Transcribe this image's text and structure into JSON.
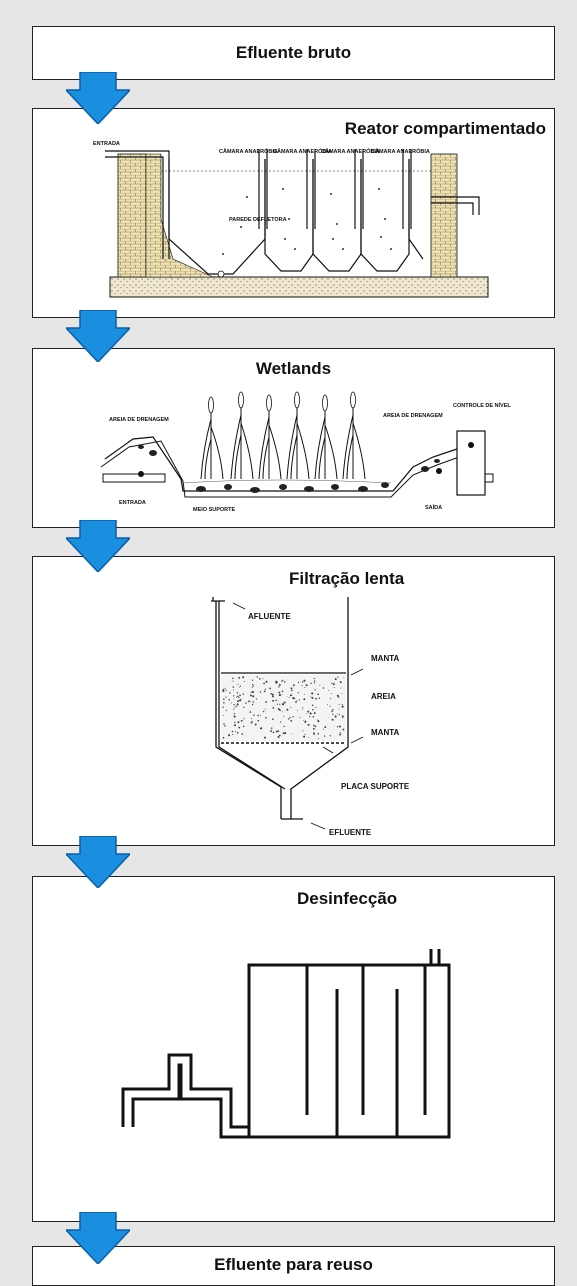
{
  "stages": {
    "raw": {
      "title": "Efluente bruto"
    },
    "reactor": {
      "title": "Reator compartimentado",
      "labels": {
        "inlet": "ENTRADA",
        "chamber1": "CÂMARA ANAERÓBIA",
        "chamber2": "CÂMARA ANAERÓBIA",
        "chamber3": "CÂMARA ANAERÓBIA",
        "chamber4": "CÂMARA ANAERÓBIA",
        "baffle": "PAREDE DEFLETORA"
      }
    },
    "wetlands": {
      "title": "Wetlands",
      "labels": {
        "drain_left": "AREIA DE DRENAGEM",
        "drain_right": "AREIA DE DRENAGEM",
        "level": "CONTROLE DE NÍVEL",
        "inlet": "ENTRADA",
        "media": "MEIO SUPORTE",
        "outlet": "SAÍDA"
      }
    },
    "filtration": {
      "title": "Filtração lenta",
      "labels": {
        "influent": "AFLUENTE",
        "blanket_top": "MANTA",
        "sand": "AREIA",
        "blanket_bottom": "MANTA",
        "plate": "PLACA SUPORTE",
        "effluent": "EFLUENTE"
      }
    },
    "disinfection": {
      "title": "Desinfecção"
    },
    "reuse": {
      "title": "Efluente para reuso"
    }
  },
  "colors": {
    "arrow": "#1a8fe0",
    "arrow_dark": "#0b5fa8",
    "brick": "#efe3b4",
    "stroke": "#111111"
  }
}
